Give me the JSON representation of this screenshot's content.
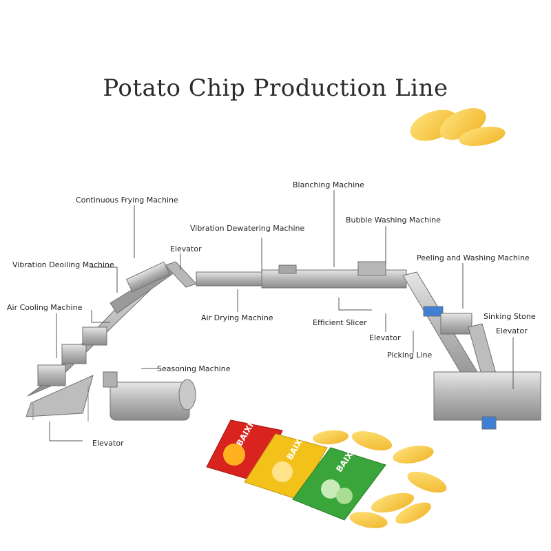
{
  "title": "Potato Chip Production Line",
  "labels": {
    "continuous_frying": "Continuous Frying Machine",
    "vibration_deoiling": "Vibration Deoiling Machine",
    "air_cooling": "Air Cooling Machine",
    "elevator_top": "Elevator",
    "vibration_dewatering": "Vibration Dewatering Machine",
    "air_drying": "Air Drying Machine",
    "blanching": "Blanching Machine",
    "bubble_washing": "Bubble Washing Machine",
    "peeling_washing": "Peeling and Washing Machine",
    "efficient_slicer": "Efficient Slicer",
    "elevator_mid": "Elevator",
    "picking_line": "Picking Line",
    "sinking_stone": "Sinking Stone",
    "elevator_right": "Elevator",
    "seasoning": "Seasoning Machine",
    "elevator_bottom": "Elevator"
  },
  "packages": {
    "brand": "BAIXIN",
    "colors": [
      "#d8231f",
      "#f2c21b",
      "#3aa53a"
    ]
  }
}
